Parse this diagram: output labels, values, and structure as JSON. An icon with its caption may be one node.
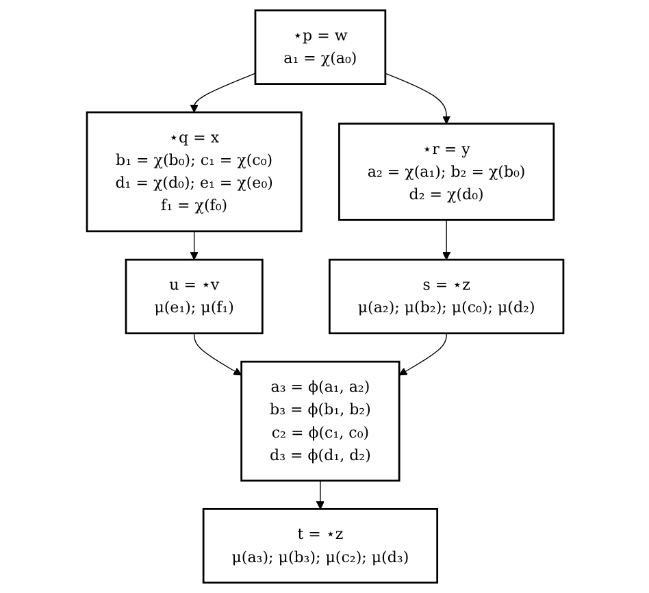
{
  "diagram": {
    "nodes": [
      {
        "text": [
          "⋆p = w",
          "a₁ = χ(a₀)"
        ]
      },
      {
        "text": [
          "⋆q = x",
          "b₁ = χ(b₀); c₁ = χ(c₀)",
          "d₁ = χ(d₀); e₁ = χ(e₀)",
          "f₁ = χ(f₀)"
        ]
      },
      {
        "text": [
          "⋆r = y",
          "a₂ = χ(a₁); b₂ = χ(b₀)",
          "d₂ = χ(d₀)"
        ]
      },
      {
        "text": [
          "u = ⋆v",
          "μ(e₁); μ(f₁)"
        ]
      },
      {
        "text": [
          "s = ⋆z",
          "μ(a₂); μ(b₂); μ(c₀); μ(d₂)"
        ]
      },
      {
        "text": [
          "a₃ = ϕ(a₁, a₂)",
          "b₃ = ϕ(b₁, b₂)",
          "c₂ = ϕ(c₁, c₀)",
          "d₃ = ϕ(d₁, d₂)"
        ]
      },
      {
        "text": [
          "t = ⋆z",
          "μ(a₃); μ(b₃); μ(c₂); μ(d₃)"
        ]
      }
    ],
    "edges": [
      {
        "from": 0,
        "to": 1,
        "arrow": "to"
      },
      {
        "from": 0,
        "to": 2,
        "arrow": "to"
      },
      {
        "from": 1,
        "to": 3,
        "arrow": "to"
      },
      {
        "from": 2,
        "to": 4,
        "arrow": "to"
      },
      {
        "from": 3,
        "to": 5,
        "arrow": "to"
      },
      {
        "from": 4,
        "to": 5,
        "arrow": "to"
      },
      {
        "from": 5,
        "to": 6,
        "arrow": "to"
      }
    ]
  }
}
